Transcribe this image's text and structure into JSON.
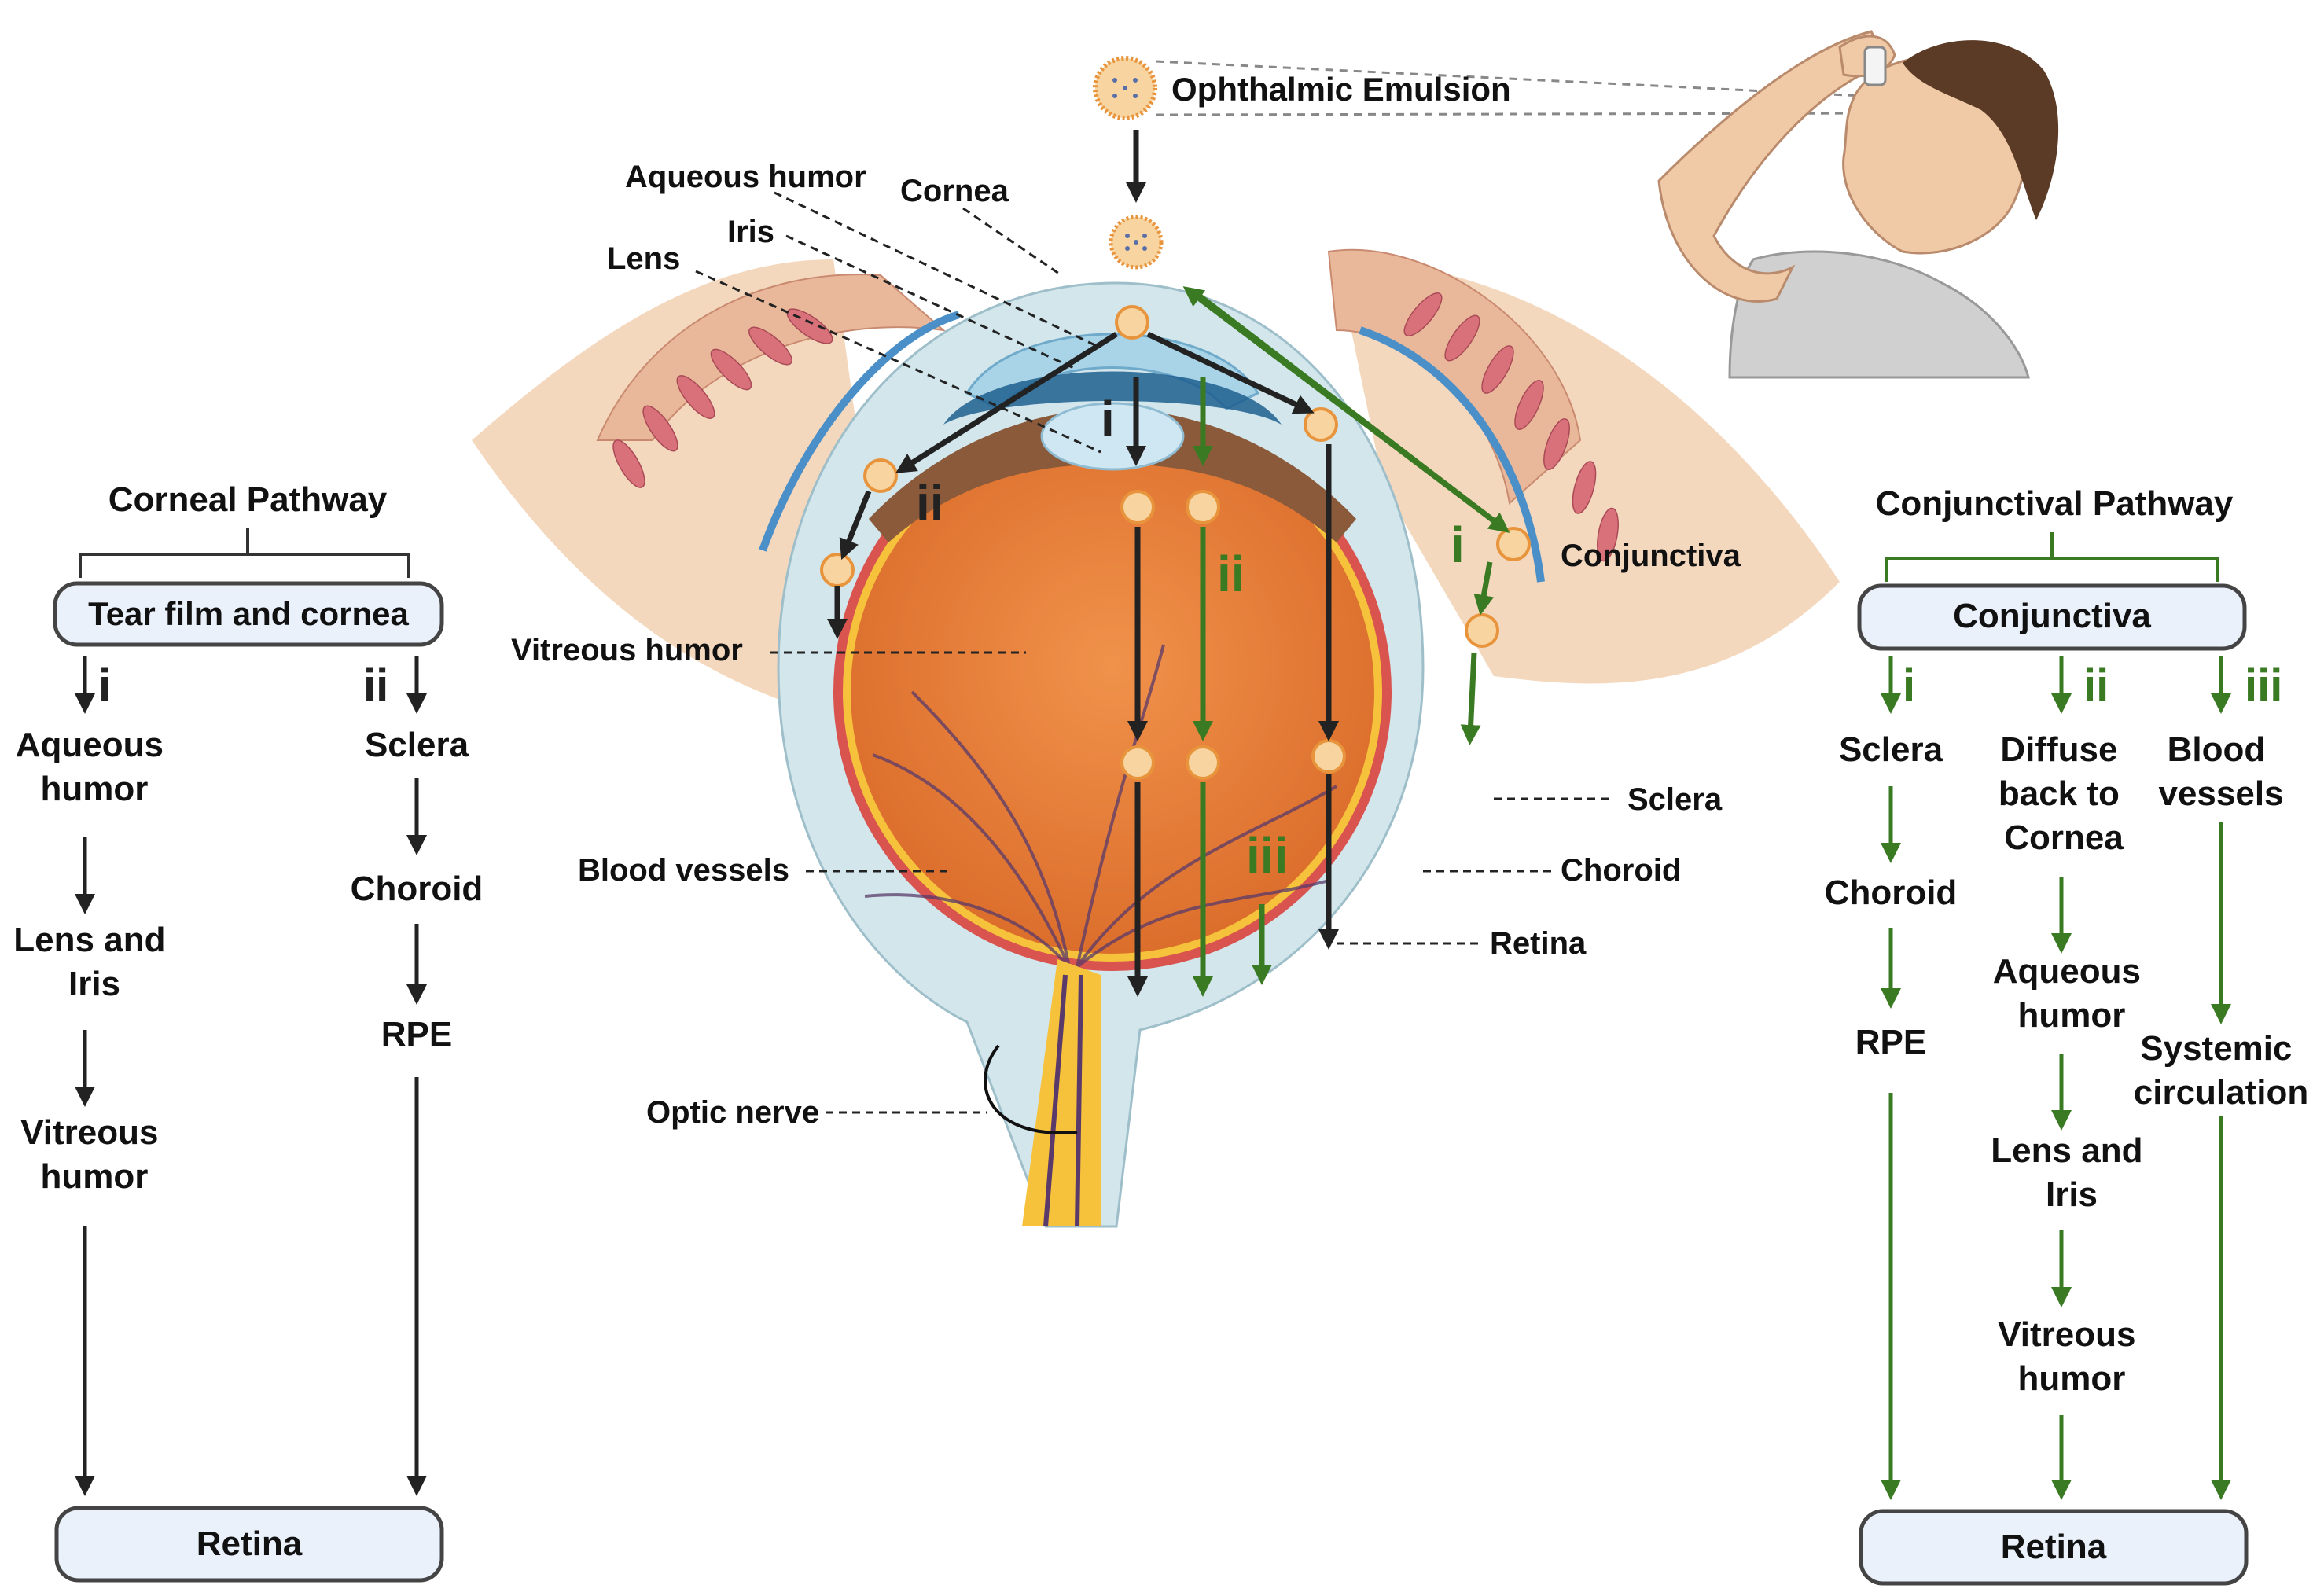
{
  "emulsion_label": "Ophthalmic Emulsion",
  "anatomy": {
    "aqueous_humor": "Aqueous humor",
    "cornea": "Cornea",
    "iris": "Iris",
    "lens": "Lens",
    "vitreous_humor": "Vitreous humor",
    "conjunctiva": "Conjunctiva",
    "sclera": "Sclera",
    "blood_vessels": "Blood vessels",
    "choroid": "Choroid",
    "retina": "Retina",
    "optic_nerve": "Optic nerve"
  },
  "eye_markers": {
    "corneal_i": "i",
    "corneal_ii": "ii",
    "conj_i": "i",
    "conj_ii": "ii",
    "conj_iii": "iii"
  },
  "corneal": {
    "title": "Corneal Pathway",
    "box": "Tear film and cornea",
    "i": "i",
    "ii": "ii",
    "col_i": {
      "a1": "Aqueous",
      "a2": "humor",
      "b1": "Lens and",
      "b2": "Iris",
      "c1": "Vitreous",
      "c2": "humor"
    },
    "col_ii": {
      "a": "Sclera",
      "b": "Choroid",
      "c": "RPE"
    },
    "bottom": "Retina"
  },
  "conjunctival": {
    "title": "Conjunctival Pathway",
    "box": "Conjunctiva",
    "i": "i",
    "ii": "ii",
    "iii": "iii",
    "col_i": {
      "a": "Sclera",
      "b": "Choroid",
      "c": "RPE"
    },
    "col_ii": {
      "a1": "Diffuse",
      "a2": "back to",
      "a3": "Cornea",
      "b1": "Aqueous",
      "b2": "humor",
      "c1": "Lens and",
      "c2": "Iris",
      "d1": "Vitreous",
      "d2": "humor"
    },
    "col_iii": {
      "a1": "Blood",
      "a2": "vessels",
      "b1": "Systemic",
      "b2": "circulation"
    },
    "bottom": "Retina"
  },
  "colors": {
    "black_arrow": "#222222",
    "green_arrow": "#3a7a23",
    "box_fill": "#eaf1fb",
    "box_stroke": "#444444",
    "eye_orange": "#e8813c",
    "sclera": "#cde3ea",
    "retina_yellow": "#f6c23c",
    "choroid_red": "#d9534f",
    "skin": "#efc9a6"
  }
}
